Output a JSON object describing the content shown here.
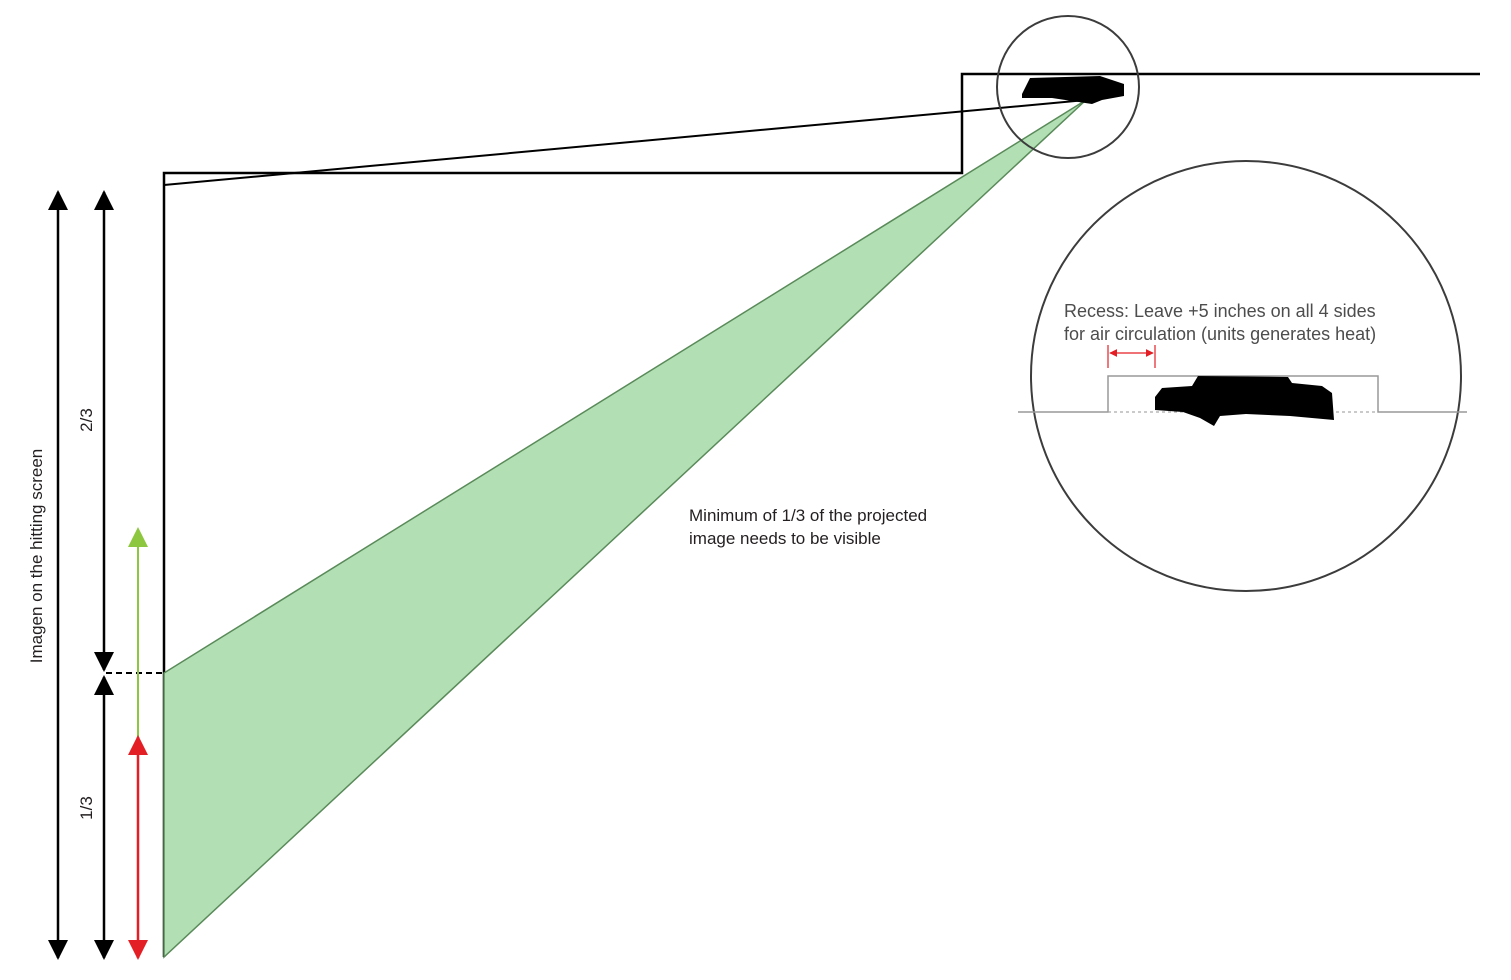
{
  "labels": {
    "vertical_title": "Imagen on the hitting screen",
    "two_thirds": "2/3",
    "one_third": "1/3",
    "minimum_note": [
      "Minimum of 1/3 of the projected",
      "image needs to be visible"
    ],
    "recess_note": [
      "Recess: Leave +5 inches on all 4 sides",
      "for air circulation (units generates heat)"
    ]
  },
  "colors": {
    "beam_fill": "#b2e0b4",
    "beam_stroke": "#5a8a5a",
    "green_arrow": "#8dc63f",
    "red_arrow": "#e31e24",
    "black": "#000000",
    "circle": "#3c3c3c",
    "recess_line": "#999999"
  },
  "icons": {
    "projector": "projector-icon"
  }
}
